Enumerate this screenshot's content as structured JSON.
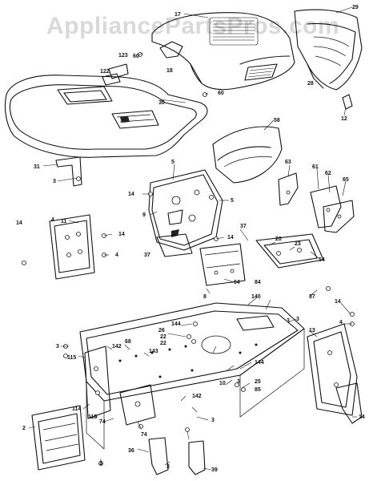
{
  "watermark": "AppliancePartsPros.com",
  "callouts": [
    {
      "id": "c17",
      "text": "17"
    },
    {
      "id": "c29",
      "text": "29"
    },
    {
      "id": "c123",
      "text": "123"
    },
    {
      "id": "c122",
      "text": "122"
    },
    {
      "id": "c60a",
      "text": "60"
    },
    {
      "id": "c18",
      "text": "18"
    },
    {
      "id": "c28",
      "text": "28"
    },
    {
      "id": "c30",
      "text": "30"
    },
    {
      "id": "c60b",
      "text": "60"
    },
    {
      "id": "c12",
      "text": "12"
    },
    {
      "id": "c58",
      "text": "58"
    },
    {
      "id": "c31",
      "text": "31"
    },
    {
      "id": "c3a",
      "text": "3"
    },
    {
      "id": "c5a",
      "text": "5"
    },
    {
      "id": "c63",
      "text": "63"
    },
    {
      "id": "c61",
      "text": "61"
    },
    {
      "id": "c62",
      "text": "62"
    },
    {
      "id": "c65",
      "text": "65"
    },
    {
      "id": "c14a",
      "text": "14"
    },
    {
      "id": "c9",
      "text": "9"
    },
    {
      "id": "c5b",
      "text": "5"
    },
    {
      "id": "c4a",
      "text": "4"
    },
    {
      "id": "c11",
      "text": "11"
    },
    {
      "id": "c14b",
      "text": "14"
    },
    {
      "id": "c14c",
      "text": "14"
    },
    {
      "id": "c4b",
      "text": "4"
    },
    {
      "id": "c14d",
      "text": "14"
    },
    {
      "id": "c37a",
      "text": "37"
    },
    {
      "id": "c20",
      "text": "20"
    },
    {
      "id": "c23",
      "text": "23"
    },
    {
      "id": "c64",
      "text": "64"
    },
    {
      "id": "c37b",
      "text": "37"
    },
    {
      "id": "c54",
      "text": "54"
    },
    {
      "id": "c84",
      "text": "84"
    },
    {
      "id": "c37c",
      "text": "37"
    },
    {
      "id": "c140",
      "text": "140"
    },
    {
      "id": "c8",
      "text": "8"
    },
    {
      "id": "c14e",
      "text": "14"
    },
    {
      "id": "c4c",
      "text": "4"
    },
    {
      "id": "c3b",
      "text": "3"
    },
    {
      "id": "c144a",
      "text": "144"
    },
    {
      "id": "c26",
      "text": "26"
    },
    {
      "id": "c22",
      "text": "22"
    },
    {
      "id": "c22b",
      "text": "22"
    },
    {
      "id": "c3c",
      "text": "3"
    },
    {
      "id": "c13",
      "text": "13"
    },
    {
      "id": "c3d",
      "text": "3"
    },
    {
      "id": "c142a",
      "text": "142"
    },
    {
      "id": "c68",
      "text": "68"
    },
    {
      "id": "c115",
      "text": "115"
    },
    {
      "id": "c143",
      "text": "143"
    },
    {
      "id": "c144b",
      "text": "144"
    },
    {
      "id": "c25",
      "text": "25"
    },
    {
      "id": "c10",
      "text": "10"
    },
    {
      "id": "c3e",
      "text": "3"
    },
    {
      "id": "c85",
      "text": "85"
    },
    {
      "id": "c142b",
      "text": "142"
    },
    {
      "id": "c114",
      "text": "114"
    },
    {
      "id": "c115b",
      "text": "115"
    },
    {
      "id": "c74a",
      "text": "74"
    },
    {
      "id": "c74b",
      "text": "74"
    },
    {
      "id": "c3f",
      "text": "3"
    },
    {
      "id": "c2",
      "text": "2"
    },
    {
      "id": "c3g",
      "text": "3"
    },
    {
      "id": "c36",
      "text": "36"
    },
    {
      "id": "c3h",
      "text": "3"
    },
    {
      "id": "c39",
      "text": "39"
    },
    {
      "id": "c14f",
      "text": "14"
    }
  ]
}
